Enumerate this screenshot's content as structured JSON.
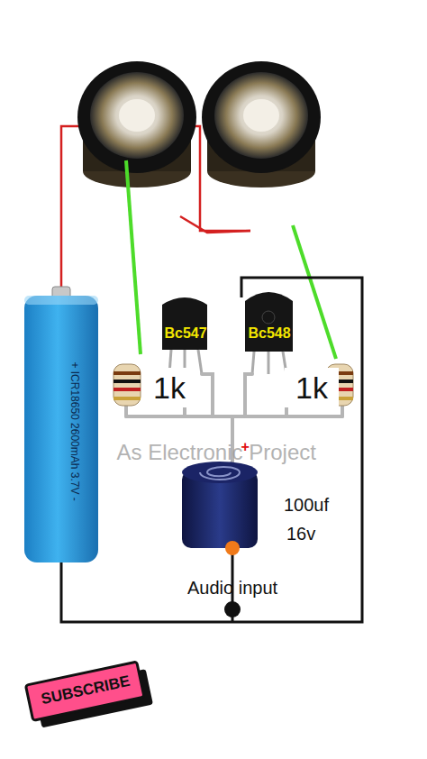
{
  "diagram": {
    "labels": [
      "Bc547",
      "Bc548",
      "1k",
      "1k",
      "As Electronic Project",
      "+",
      "100uf",
      "16v",
      "Audio input",
      "SUBSCRIBE",
      "+ ICR18650 2600mAh 3.7V -"
    ]
  }
}
